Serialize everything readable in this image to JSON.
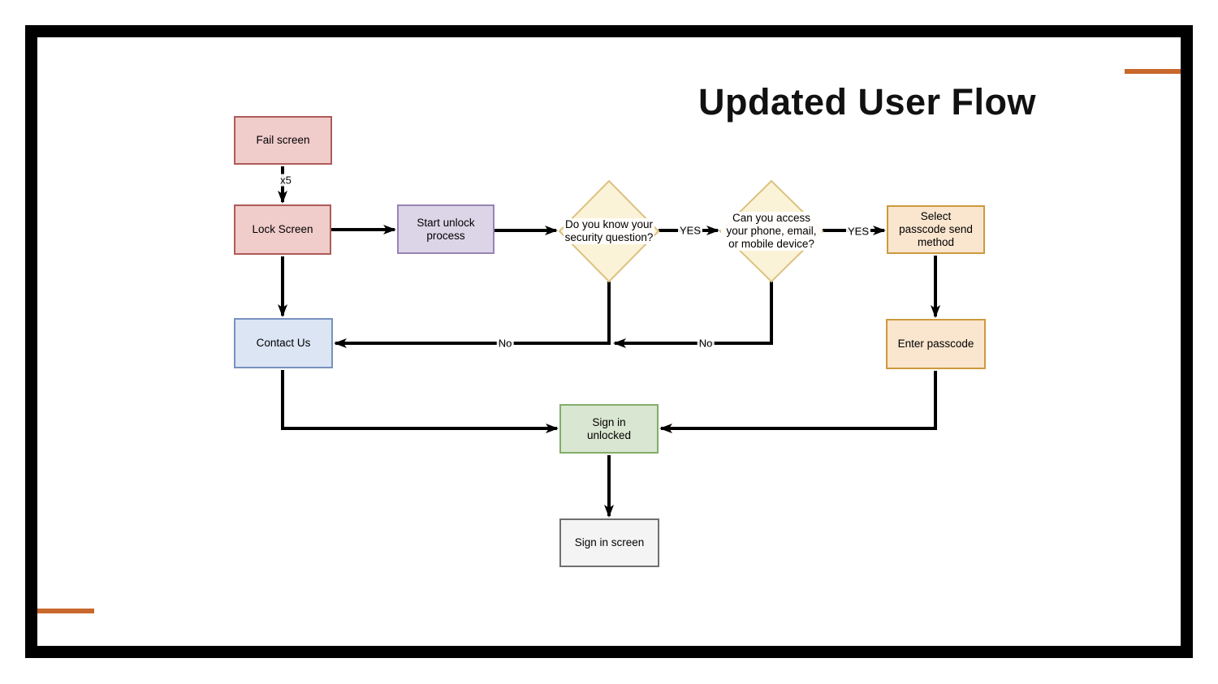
{
  "slide": {
    "title": "Updated User Flow",
    "accent_color": "#C8682C",
    "frame_color": "#000000",
    "background_color": "#FFFFFF",
    "connector_color": "#000000"
  },
  "nodes": {
    "fail_screen": {
      "label": "Fail screen",
      "fill": "#F0CCCB",
      "stroke": "#AE5B58"
    },
    "lock_screen": {
      "label": "Lock Screen",
      "fill": "#F0CCCB",
      "stroke": "#AE5B58"
    },
    "start_unlock": {
      "label": "Start unlock process",
      "fill": "#DCD5E7",
      "stroke": "#9883B4"
    },
    "security_question": {
      "label": "Do you know your security question?",
      "fill": "#FBF3D7",
      "stroke": "#DCC181"
    },
    "access_device": {
      "label": "Can you access your phone, email, or mobile device?",
      "fill": "#FBF3D7",
      "stroke": "#DCC181"
    },
    "select_method": {
      "label": "Select passcode send method",
      "fill": "#FAE5CE",
      "stroke": "#CC9A3D"
    },
    "enter_passcode": {
      "label": "Enter passcode",
      "fill": "#FAE5CE",
      "stroke": "#CC9A3D"
    },
    "contact_us": {
      "label": "Contact Us",
      "fill": "#DBE5F4",
      "stroke": "#7991BF"
    },
    "sign_in_unlocked": {
      "label": "Sign in unlocked",
      "fill": "#D9E6D1",
      "stroke": "#83AD6A"
    },
    "sign_in_screen": {
      "label": "Sign in screen",
      "fill": "#F4F4F4",
      "stroke": "#707070"
    }
  },
  "edge_labels": {
    "retry_count": "x5",
    "yes_security": "YES",
    "yes_access": "YES",
    "no_security": "No",
    "no_access": "No"
  }
}
